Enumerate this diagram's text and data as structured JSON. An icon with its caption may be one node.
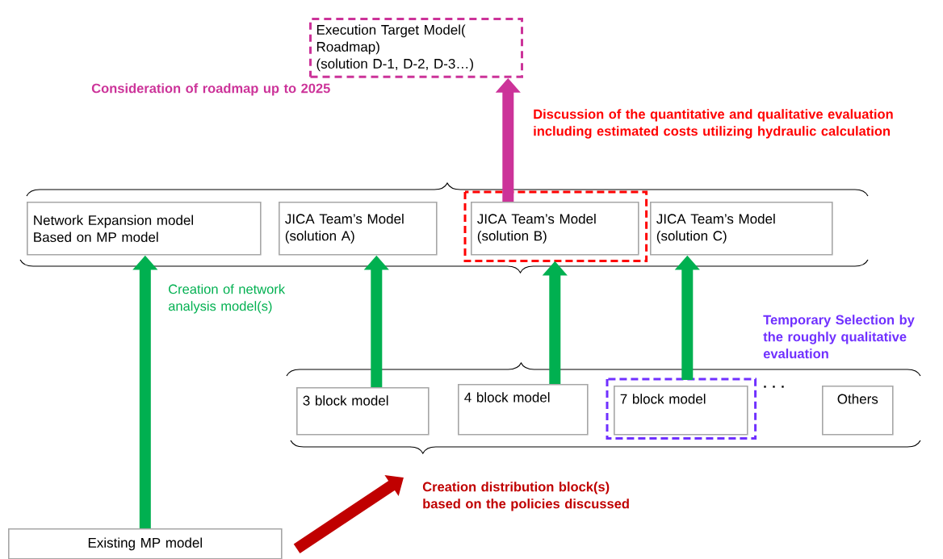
{
  "diagram": {
    "nodes": [
      {
        "text": [
          "Execution Target Model( Roadmap)",
          "(solution D-1, D-2, D-3…)"
        ]
      },
      {
        "text": [
          "Network Expansion model",
          "Based on MP model"
        ]
      },
      {
        "text": [
          "JICA Team’s Model",
          "(solution A)"
        ]
      },
      {
        "text": [
          "JICA Team’s Model",
          "(solution B)"
        ]
      },
      {
        "text": [
          "JICA Team’s Model",
          "(solution C)"
        ]
      },
      {
        "text": [
          "3 block model"
        ]
      },
      {
        "text": [
          "4 block model"
        ]
      },
      {
        "text": [
          "7 block model"
        ]
      },
      {
        "text": [
          "Others"
        ]
      },
      {
        "text": [
          "Existing MP model"
        ]
      }
    ],
    "edges": [
      {
        "from": 3,
        "to": 0,
        "arrow": "to",
        "color": "#cc3399"
      },
      {
        "from": 9,
        "to": 1,
        "arrow": "to"
      },
      {
        "from": 5,
        "to": 2,
        "arrow": "to"
      },
      {
        "from": 6,
        "to": 3,
        "arrow": "to"
      },
      {
        "from": 7,
        "to": 4,
        "arrow": "to"
      },
      {
        "from": 9,
        "to": null,
        "arrow": "to",
        "color": "#c00000"
      }
    ],
    "labels": [
      "Consideration of roadmap up to 2025",
      "Discussion of the quantitative and qualitative evaluation including estimated costs utilizing hydraulic calculation",
      "Creation of network analysis model(s)",
      "Temporary Selection by the roughly qualitative evaluation",
      "· · ·",
      "Creation distribution block(s) based on the policies discussed"
    ]
  }
}
